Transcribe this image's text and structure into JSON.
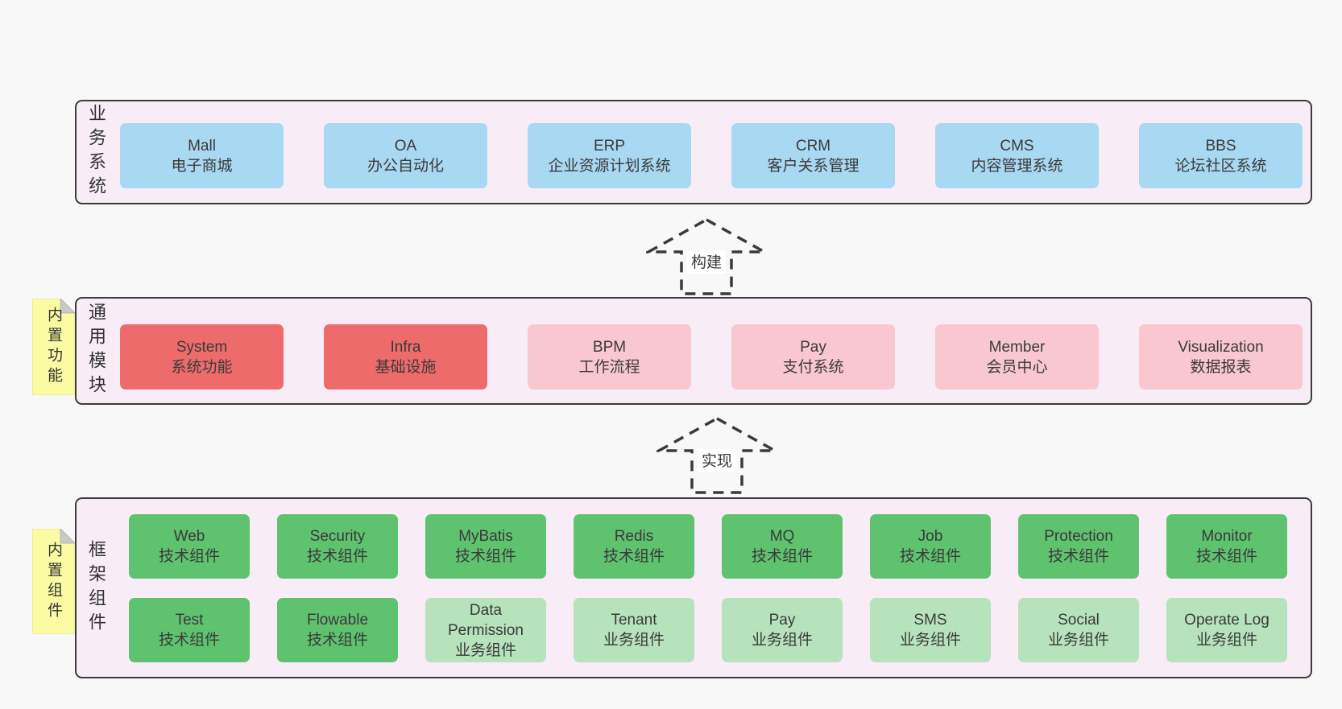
{
  "colors": {
    "background": "#f8f8f8",
    "layer_fill": "#f8edf7",
    "layer_border": "#3b3b3b",
    "blue_box": "#a9d8f2",
    "red_box": "#ee6b6b",
    "pink_box": "#f9c7cf",
    "green_dark_box": "#5fc26f",
    "green_light_box": "#b6e3bc",
    "sticky_yellow": "#fbfba3",
    "sticky_fold_gray": "#c9c9c9",
    "text": "#3a3a3a"
  },
  "layers": {
    "business": {
      "label": "业务系统",
      "boxes": [
        {
          "title": "Mall",
          "subtitle": "电子商城",
          "color": "blue"
        },
        {
          "title": "OA",
          "subtitle": "办公自动化",
          "color": "blue"
        },
        {
          "title": "ERP",
          "subtitle": "企业资源计划系统",
          "color": "blue"
        },
        {
          "title": "CRM",
          "subtitle": "客户关系管理",
          "color": "blue"
        },
        {
          "title": "CMS",
          "subtitle": "内容管理系统",
          "color": "blue"
        },
        {
          "title": "BBS",
          "subtitle": "论坛社区系统",
          "color": "blue"
        }
      ]
    },
    "modules": {
      "label": "通用模块",
      "sticky": "内置功能",
      "boxes": [
        {
          "title": "System",
          "subtitle": "系统功能",
          "color": "red"
        },
        {
          "title": "Infra",
          "subtitle": "基础设施",
          "color": "red"
        },
        {
          "title": "BPM",
          "subtitle": "工作流程",
          "color": "pink"
        },
        {
          "title": "Pay",
          "subtitle": "支付系统",
          "color": "pink"
        },
        {
          "title": "Member",
          "subtitle": "会员中心",
          "color": "pink"
        },
        {
          "title": "Visualization",
          "subtitle": "数据报表",
          "color": "pink"
        }
      ]
    },
    "components": {
      "label": "框架组件",
      "sticky": "内置组件",
      "row1": [
        {
          "title": "Web",
          "subtitle": "技术组件",
          "color": "green-dark"
        },
        {
          "title": "Security",
          "subtitle": "技术组件",
          "color": "green-dark"
        },
        {
          "title": "MyBatis",
          "subtitle": "技术组件",
          "color": "green-dark"
        },
        {
          "title": "Redis",
          "subtitle": "技术组件",
          "color": "green-dark"
        },
        {
          "title": "MQ",
          "subtitle": "技术组件",
          "color": "green-dark"
        },
        {
          "title": "Job",
          "subtitle": "技术组件",
          "color": "green-dark"
        },
        {
          "title": "Protection",
          "subtitle": "技术组件",
          "color": "green-dark"
        },
        {
          "title": "Monitor",
          "subtitle": "技术组件",
          "color": "green-dark"
        }
      ],
      "row2": [
        {
          "title": "Test",
          "subtitle": "技术组件",
          "color": "green-dark"
        },
        {
          "title": "Flowable",
          "subtitle": "技术组件",
          "color": "green-dark"
        },
        {
          "title": "Data Permission",
          "subtitle": "业务组件",
          "color": "green-light"
        },
        {
          "title": "Tenant",
          "subtitle": "业务组件",
          "color": "green-light"
        },
        {
          "title": "Pay",
          "subtitle": "业务组件",
          "color": "green-light"
        },
        {
          "title": "SMS",
          "subtitle": "业务组件",
          "color": "green-light"
        },
        {
          "title": "Social",
          "subtitle": "业务组件",
          "color": "green-light"
        },
        {
          "title": "Operate Log",
          "subtitle": "业务组件",
          "color": "green-light"
        }
      ]
    }
  },
  "arrows": {
    "build": {
      "label": "构建"
    },
    "implement": {
      "label": "实现"
    }
  }
}
